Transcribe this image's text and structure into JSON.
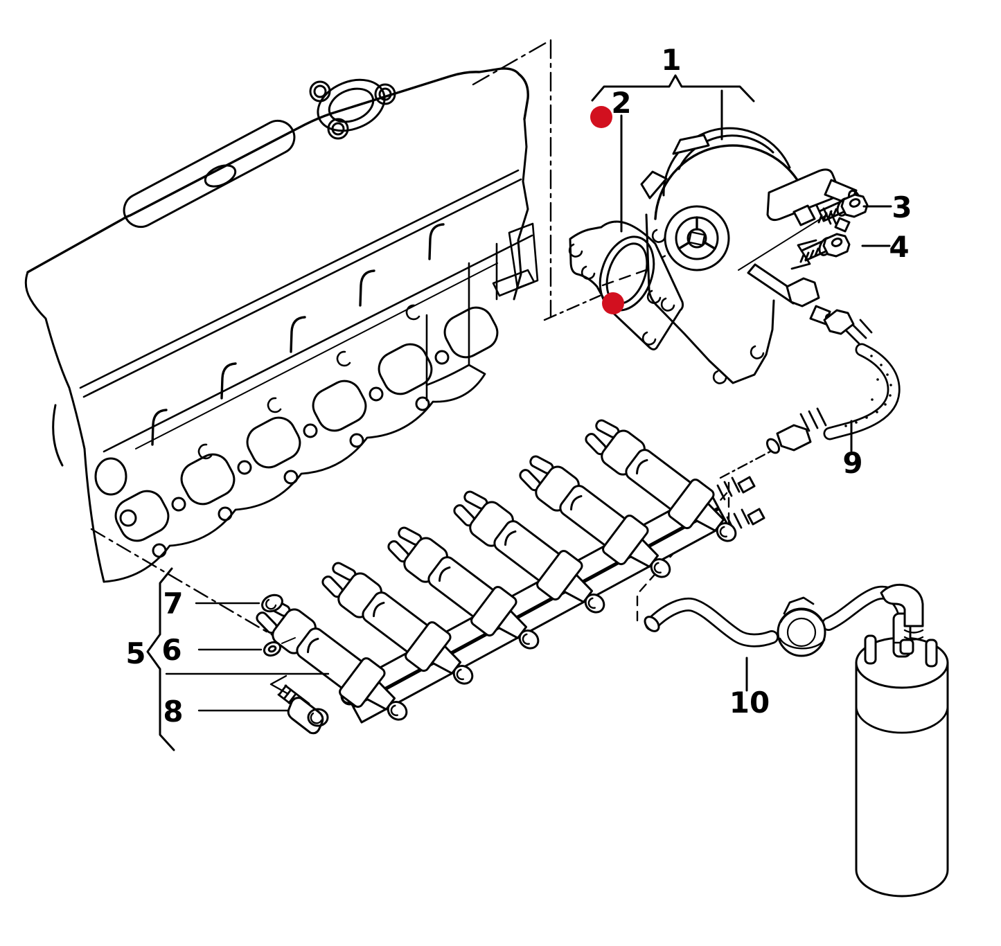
{
  "diagram": {
    "figure_type": "exploded-parts-line-diagram",
    "background_color": "#ffffff",
    "line_color": "#000000",
    "marker_color": "#d2101f",
    "callouts": [
      {
        "label": "1"
      },
      {
        "label": "2"
      },
      {
        "label": "3"
      },
      {
        "label": "4"
      },
      {
        "label": "5"
      },
      {
        "label": "6"
      },
      {
        "label": "7"
      },
      {
        "label": "8"
      },
      {
        "label": "9"
      },
      {
        "label": "10"
      }
    ],
    "markers": [
      {
        "name": "part-2-hotspot-upper"
      },
      {
        "name": "part-2-hotspot-lower"
      }
    ]
  }
}
